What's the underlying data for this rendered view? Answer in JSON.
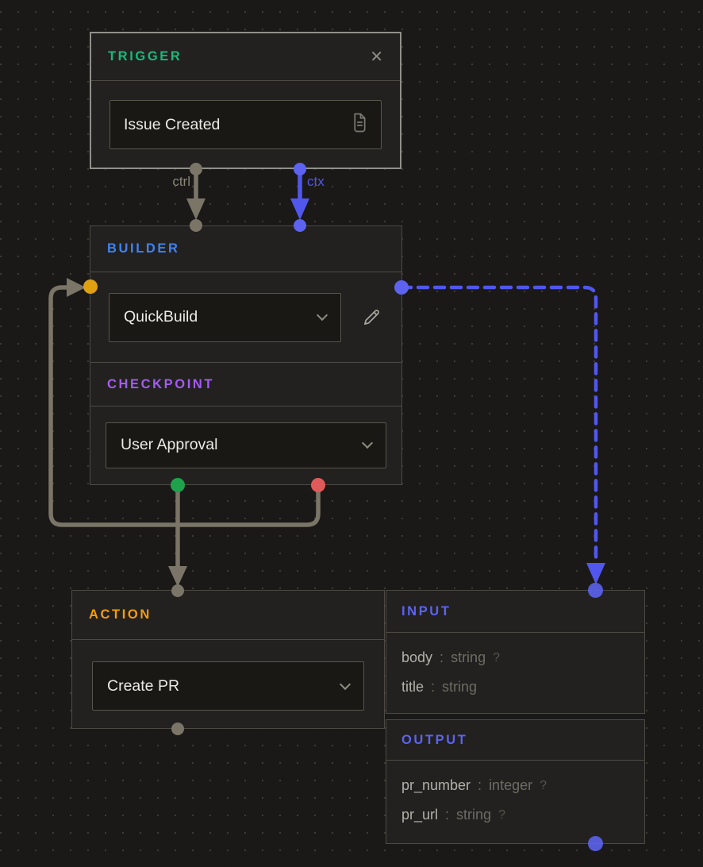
{
  "colors": {
    "trigger_accent": "#19b97b",
    "builder_accent": "#3f83f2",
    "checkpoint_accent": "#a55bf2",
    "action_accent": "#f79c0c",
    "io_accent": "#5c63f0",
    "edge_gray": "#7b7568",
    "edge_blue": "#5157ec",
    "label_gray": "#8c8679",
    "port_gray": "#7b7568",
    "port_blue": "#5d63f0",
    "port_orange": "#dfa012",
    "port_green": "#1ea24c",
    "port_red": "#e05a5a"
  },
  "edges": {
    "ctrl_label": "ctrl",
    "ctx_label": "ctx"
  },
  "nodes": {
    "trigger": {
      "title": "TRIGGER",
      "close_glyph": "✕",
      "field_value": "Issue Created"
    },
    "builder": {
      "title": "BUILDER",
      "select_value": "QuickBuild"
    },
    "checkpoint": {
      "title": "CHECKPOINT",
      "select_value": "User Approval"
    },
    "action": {
      "title": "ACTION",
      "select_value": "Create PR"
    },
    "input": {
      "title": "INPUT",
      "fields": [
        {
          "name": "body",
          "sep": ":",
          "type": "string",
          "opt": "?"
        },
        {
          "name": "title",
          "sep": ":",
          "type": "string",
          "opt": ""
        }
      ]
    },
    "output": {
      "title": "OUTPUT",
      "fields": [
        {
          "name": "pr_number",
          "sep": ":",
          "type": "integer",
          "opt": "?"
        },
        {
          "name": "pr_url",
          "sep": ":",
          "type": "string",
          "opt": "?"
        }
      ]
    }
  }
}
